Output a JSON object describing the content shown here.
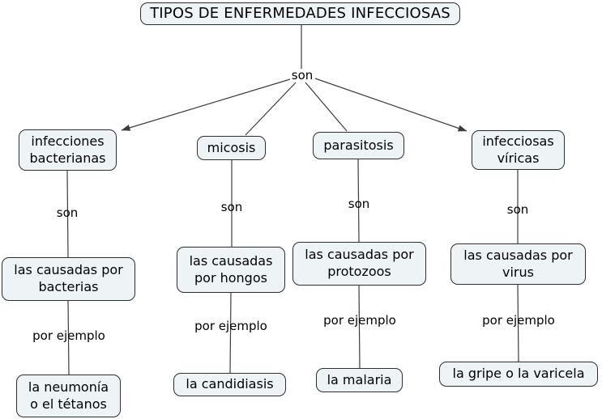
{
  "title": "TIPOS DE ENFERMEDADES INFECCIOSAS",
  "root_link": "son",
  "branches": [
    {
      "category": "infecciones\nbacterianas",
      "link_son": "son",
      "cause": "las causadas por\nbacterias",
      "link_ejemplo": "por ejemplo",
      "example": "la neumonía\no el tétanos"
    },
    {
      "category": "micosis",
      "link_son": "son",
      "cause": "las causadas\npor hongos",
      "link_ejemplo": "por ejemplo",
      "example": "la candidiasis"
    },
    {
      "category": "parasitosis",
      "link_son": "son",
      "cause": "las causadas por\nprotozoos",
      "link_ejemplo": "por ejemplo",
      "example": "la malaria"
    },
    {
      "category": "infecciosas\nvíricas",
      "link_son": "son",
      "cause": "las causadas por\nvirus",
      "link_ejemplo": "por ejemplo",
      "example": "la gripe o la varicela"
    }
  ],
  "colors": {
    "node_fill": "#eef3f5",
    "node_border": "#2e2e2e",
    "line": "#3c3c3c",
    "text": "#000000",
    "background": "#ffffff"
  }
}
